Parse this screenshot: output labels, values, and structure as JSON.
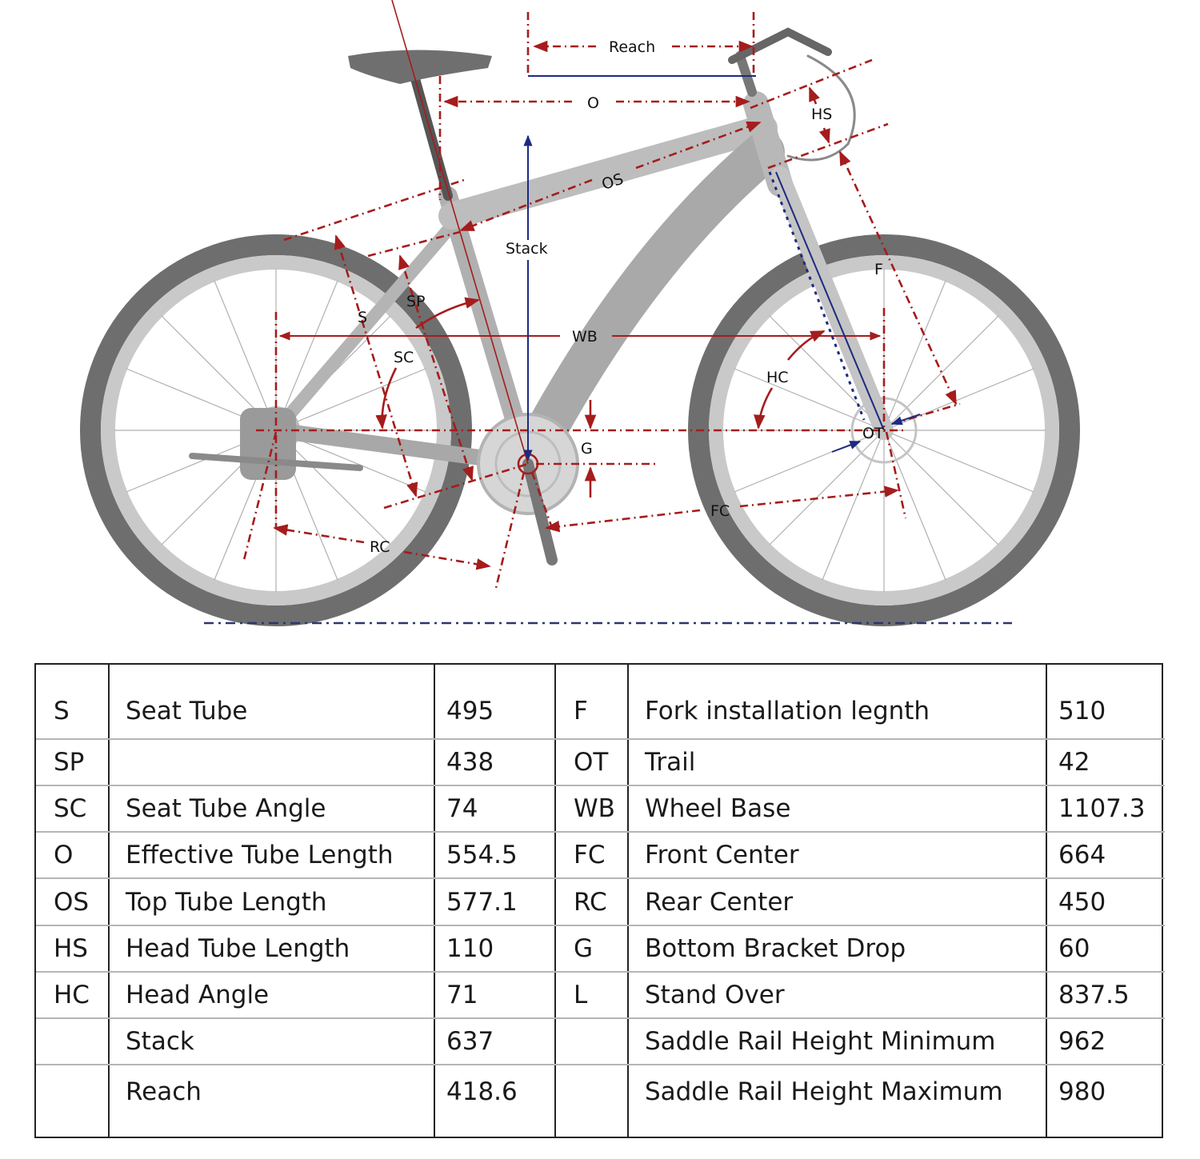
{
  "diagram": {
    "title": "Bike geometry diagram",
    "labels": {
      "reach": "Reach",
      "o": "O",
      "hs": "HS",
      "os": "OS",
      "stack": "Stack",
      "sp": "SP",
      "s": "S",
      "wb": "WB",
      "sc": "SC",
      "hc": "HC",
      "f": "F",
      "g": "G",
      "ot": "OT",
      "fc": "FC",
      "rc": "RC"
    },
    "colors": {
      "dimension_red": "#a51c1c",
      "dimension_blue": "#1c2a80",
      "bike_gray": "#9a9a9a",
      "tire_dark": "#6e6e6e",
      "ground_line": "#2c3570"
    }
  },
  "table": {
    "rows": [
      {
        "left": {
          "code": "S",
          "name": "Seat Tube",
          "value": "495"
        },
        "right": {
          "code": "F",
          "name": "Fork installation legnth",
          "value": "510"
        }
      },
      {
        "left": {
          "code": "SP",
          "name": "",
          "value": "438"
        },
        "right": {
          "code": "OT",
          "name": "Trail",
          "value": "42"
        }
      },
      {
        "left": {
          "code": "SC",
          "name": "Seat Tube Angle",
          "value": "74"
        },
        "right": {
          "code": "WB",
          "name": "Wheel Base",
          "value": "1107.3"
        }
      },
      {
        "left": {
          "code": "O",
          "name": "Effective Tube Length",
          "value": "554.5"
        },
        "right": {
          "code": "FC",
          "name": "Front Center",
          "value": "664"
        }
      },
      {
        "left": {
          "code": "OS",
          "name": "Top Tube Length",
          "value": "577.1"
        },
        "right": {
          "code": "RC",
          "name": "Rear Center",
          "value": "450"
        }
      },
      {
        "left": {
          "code": "HS",
          "name": "Head Tube Length",
          "value": "110"
        },
        "right": {
          "code": "G",
          "name": "Bottom Bracket Drop",
          "value": "60"
        }
      },
      {
        "left": {
          "code": "HC",
          "name": "Head Angle",
          "value": "71"
        },
        "right": {
          "code": "L",
          "name": "Stand Over",
          "value": "837.5"
        }
      },
      {
        "left": {
          "code": "",
          "name": "Stack",
          "value": "637"
        },
        "right": {
          "code": "",
          "name": "Saddle Rail Height Minimum",
          "value": "962"
        }
      },
      {
        "left": {
          "code": "",
          "name": "Reach",
          "value": "418.6"
        },
        "right": {
          "code": "",
          "name": "Saddle Rail Height Maximum",
          "value": "980"
        }
      }
    ]
  }
}
